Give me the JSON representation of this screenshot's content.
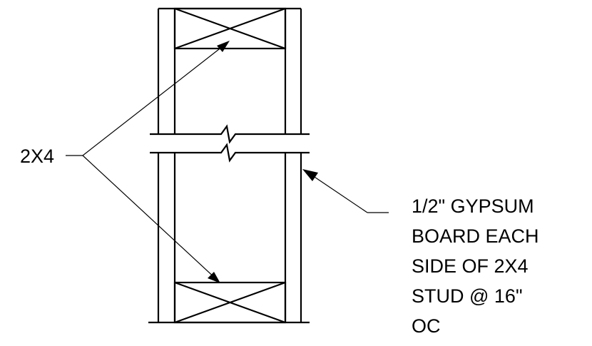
{
  "labels": {
    "stud_callout": "2X4",
    "note_lines": [
      "1/2\" GYPSUM",
      "BOARD EACH",
      "SIDE OF 2X4",
      "STUD @ 16\"",
      "OC"
    ]
  },
  "colors": {
    "line": "#000000",
    "background": "#ffffff"
  }
}
